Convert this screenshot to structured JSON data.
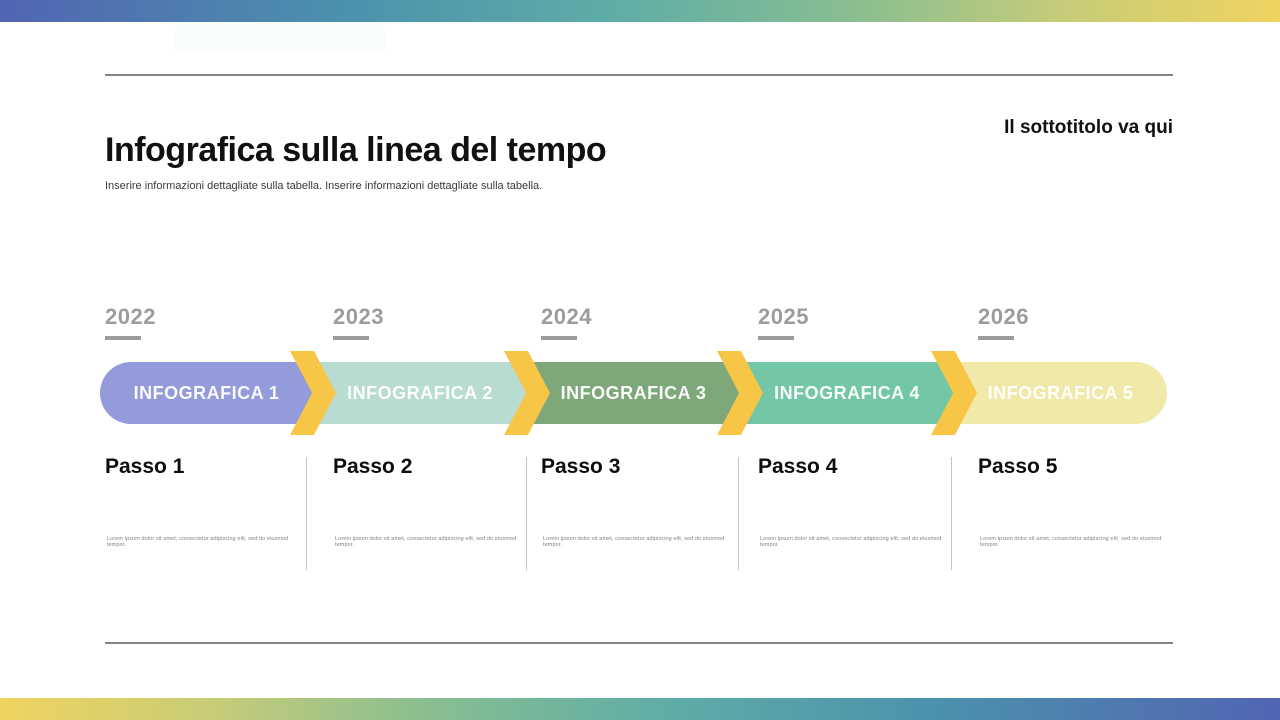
{
  "banner": {
    "gradient": [
      "#5165b3 0%",
      "#4b93ac 28%",
      "#5fada6 48%",
      "#87bd92 66%",
      "#c9cd76 84%",
      "#f0d35f 100%"
    ]
  },
  "header": {
    "title": "Infografica sulla linea del tempo",
    "subtitle": "Il sottotitolo va qui",
    "description": "Inserire informazioni dettagliate sulla tabella. Inserire informazioni dettagliate sulla tabella."
  },
  "timeline": {
    "chevron_color": "#f7c646",
    "items": [
      {
        "year": "2022",
        "label": "INFOGRAFICA 1",
        "color": "#939bda",
        "step_title": "Passo 1",
        "step_text": "Lorem ipsum dolor sit amet, consectetur adipiscing elit, sed do eiusmod tempor."
      },
      {
        "year": "2023",
        "label": "INFOGRAFICA 2",
        "color": "#b9dcd2",
        "step_title": "Passo 2",
        "step_text": "Lorem ipsum dolor sit amet, consectetur adipiscing elit, sed do eiusmod tempor."
      },
      {
        "year": "2024",
        "label": "INFOGRAFICA 3",
        "color": "#7ea77a",
        "step_title": "Passo 3",
        "step_text": "Lorem ipsum dolor sit amet, consectetur adipiscing elit, sed do eiusmod tempor."
      },
      {
        "year": "2025",
        "label": "INFOGRAFICA 4",
        "color": "#73c6a6",
        "step_title": "Passo 4",
        "step_text": "Lorem ipsum dolor sit amet, consectetur adipiscing elit, sed do eiusmod tempor."
      },
      {
        "year": "2026",
        "label": "INFOGRAFICA 5",
        "color": "#f1e9a9",
        "step_title": "Passo 5",
        "step_text": "Lorem ipsum dolor sit amet, consectetur adipiscing elit, sed do eiusmod tempor."
      }
    ]
  }
}
